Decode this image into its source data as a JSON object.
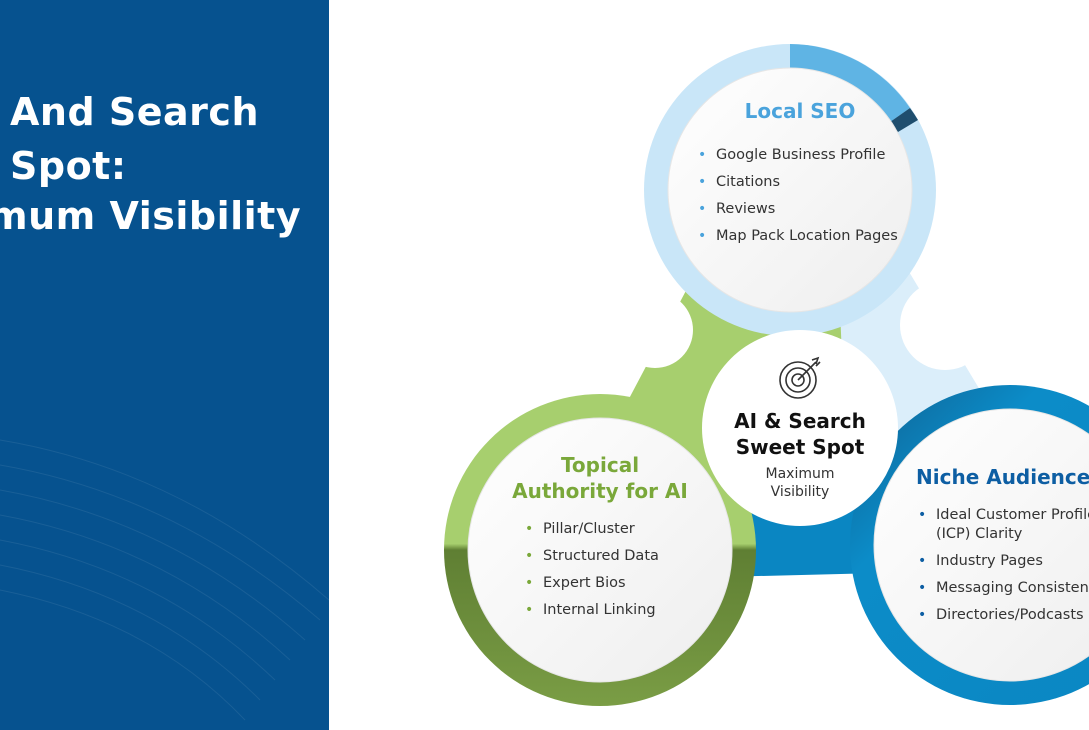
{
  "left_panel": {
    "title_lines": [
      "And Search",
      "Spot:",
      "mum Visibility"
    ],
    "background": "#06528f"
  },
  "center": {
    "icon": "target-arrow-icon",
    "title_line1": "AI & Search",
    "title_line2": "Sweet Spot",
    "subtitle_line1": "Maximum",
    "subtitle_line2": "Visibility"
  },
  "local_seo": {
    "title": "Local SEO",
    "color": "#4aa3dc",
    "items": [
      "Google Business Profile",
      "Citations",
      "Reviews",
      "Map Pack Location Pages"
    ]
  },
  "topical_authority": {
    "title_line1": "Topical",
    "title_line2": "Authority for AI",
    "color": "#7aa83a",
    "items": [
      "Pillar/Cluster",
      "Structured Data",
      "Expert Bios",
      "Internal Linking"
    ]
  },
  "niche_audience": {
    "title": "Niche Audience",
    "color": "#0d5ea3",
    "items": [
      "Ideal Customer Profile",
      "(ICP) Clarity",
      "Industry Pages",
      "Messaging Consistency",
      "Directories/Podcasts"
    ]
  }
}
